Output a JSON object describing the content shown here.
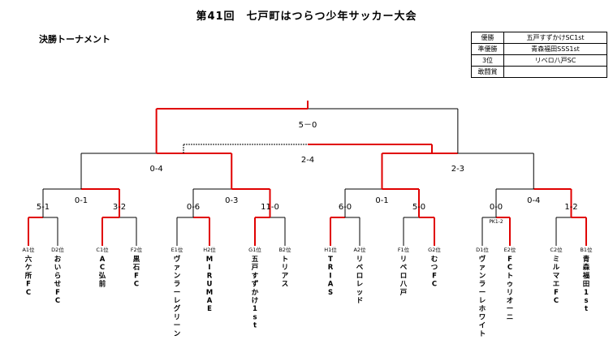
{
  "title": "第41回　七戸町はつらつ少年サッカー大会",
  "subtitle": "決勝トーナメント",
  "results_table": [
    {
      "key": "優勝",
      "value": "五戸すずかけSC1st"
    },
    {
      "key": "準優勝",
      "value": "青森福田SSS1st"
    },
    {
      "key": "3位",
      "value": "リベロ八戸SC"
    },
    {
      "key": "敢闘賞",
      "value": ""
    }
  ],
  "teams": [
    {
      "seed": "A1位",
      "name": "六ケ所FC"
    },
    {
      "seed": "D2位",
      "name": "おいらせFC"
    },
    {
      "seed": "C1位",
      "name": "AC弘前"
    },
    {
      "seed": "F2位",
      "name": "黒石FC"
    },
    {
      "seed": "E1位",
      "name": "ヴァンラーレグリーン"
    },
    {
      "seed": "H2位",
      "name": "MIRUMAE"
    },
    {
      "seed": "G1位",
      "name": "五戸すずかけ1st"
    },
    {
      "seed": "B2位",
      "name": "トリアス"
    },
    {
      "seed": "H1位",
      "name": "TRIAS"
    },
    {
      "seed": "A2位",
      "name": "リベロレッド"
    },
    {
      "seed": "F1位",
      "name": "リベロ八戸"
    },
    {
      "seed": "G2位",
      "name": "むつFC"
    },
    {
      "seed": "D1位",
      "name": "ヴァンラーレホワイト"
    },
    {
      "seed": "E2位",
      "name": "FCトゥリオーニ"
    },
    {
      "seed": "C2位",
      "name": "ミルマエFC"
    },
    {
      "seed": "B1位",
      "name": "青森福田1st"
    }
  ],
  "scores": {
    "round1": [
      "5-1",
      "3-2",
      "0-6",
      "11-0",
      "6-0",
      "5-0",
      "0-0",
      "1-2"
    ],
    "round1_pk": [
      "",
      "",
      "",
      "",
      "",
      "",
      "PK1-2",
      ""
    ],
    "quarterfinal": [
      "0-1",
      "0-3",
      "0-1",
      "0-4"
    ],
    "semifinal": [
      "0-4",
      "2-3"
    ],
    "final": "5－0",
    "third_place": "2-4"
  },
  "colors": {
    "winner_line": "#e00000",
    "line": "#000000"
  }
}
